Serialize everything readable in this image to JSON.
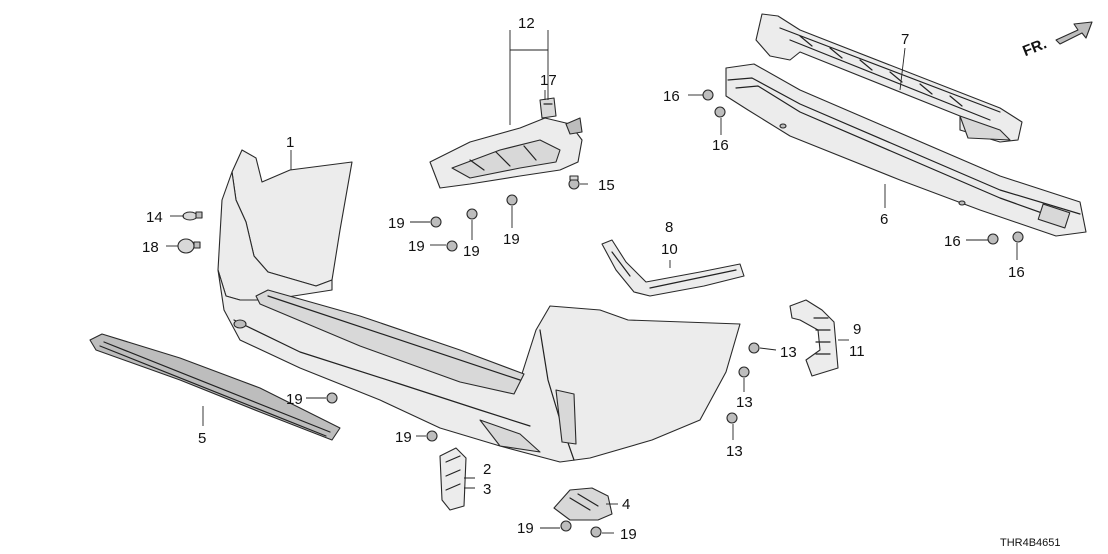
{
  "diagram": {
    "code": "THR4B4651",
    "direction_label": "FR.",
    "callouts": [
      {
        "id": "c1",
        "text": "1"
      },
      {
        "id": "c2",
        "text": "2"
      },
      {
        "id": "c3",
        "text": "3"
      },
      {
        "id": "c4",
        "text": "4"
      },
      {
        "id": "c5",
        "text": "5"
      },
      {
        "id": "c6",
        "text": "6"
      },
      {
        "id": "c7",
        "text": "7"
      },
      {
        "id": "c8",
        "text": "8"
      },
      {
        "id": "c9",
        "text": "9"
      },
      {
        "id": "c10",
        "text": "10"
      },
      {
        "id": "c11",
        "text": "11"
      },
      {
        "id": "c12",
        "text": "12"
      },
      {
        "id": "c13a",
        "text": "13"
      },
      {
        "id": "c13b",
        "text": "13"
      },
      {
        "id": "c13c",
        "text": "13"
      },
      {
        "id": "c14",
        "text": "14"
      },
      {
        "id": "c15",
        "text": "15"
      },
      {
        "id": "c16a",
        "text": "16"
      },
      {
        "id": "c16b",
        "text": "16"
      },
      {
        "id": "c16c",
        "text": "16"
      },
      {
        "id": "c16d",
        "text": "16"
      },
      {
        "id": "c17",
        "text": "17"
      },
      {
        "id": "c18",
        "text": "18"
      },
      {
        "id": "c19a",
        "text": "19"
      },
      {
        "id": "c19b",
        "text": "19"
      },
      {
        "id": "c19c",
        "text": "19"
      },
      {
        "id": "c19d",
        "text": "19"
      },
      {
        "id": "c19e",
        "text": "19"
      },
      {
        "id": "c19f",
        "text": "19"
      },
      {
        "id": "c19g",
        "text": "19"
      },
      {
        "id": "c19h",
        "text": "19"
      }
    ]
  }
}
